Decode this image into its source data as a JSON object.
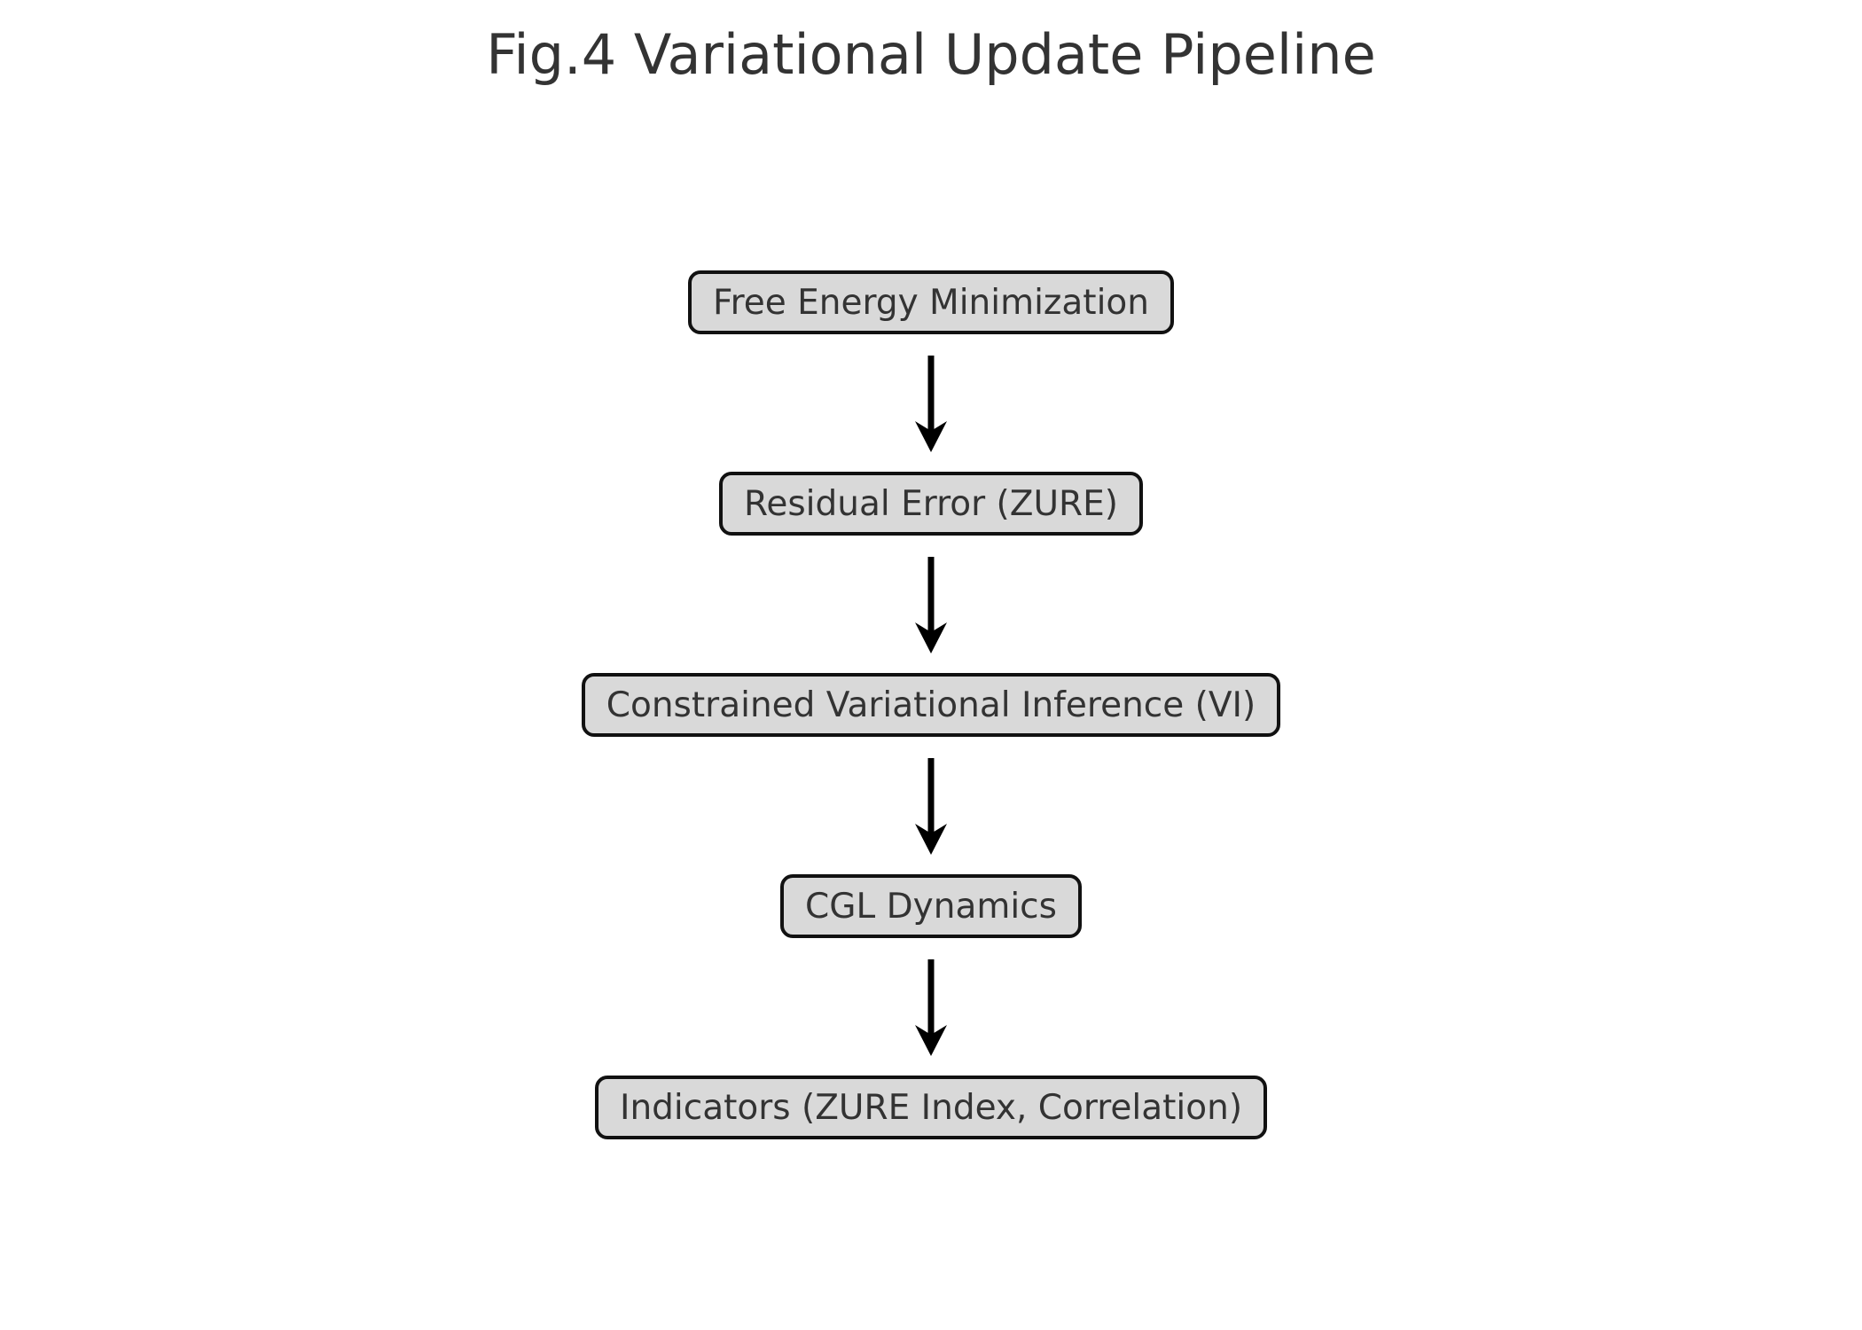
{
  "title": "Fig.4 Variational Update Pipeline",
  "diagram": {
    "type": "flowchart",
    "direction": "top-down",
    "nodes": [
      {
        "id": "free-energy-minimization",
        "label": "Free Energy Minimization"
      },
      {
        "id": "residual-error-zure",
        "label": "Residual Error (ZURE)"
      },
      {
        "id": "constrained-variational-inference",
        "label": "Constrained Variational Inference (VI)"
      },
      {
        "id": "cgl-dynamics",
        "label": "CGL Dynamics"
      },
      {
        "id": "indicators-zure-index-correlation",
        "label": "Indicators (ZURE Index, Correlation)"
      }
    ],
    "edges": [
      {
        "from": "free-energy-minimization",
        "to": "residual-error-zure"
      },
      {
        "from": "residual-error-zure",
        "to": "constrained-variational-inference"
      },
      {
        "from": "constrained-variational-inference",
        "to": "cgl-dynamics"
      },
      {
        "from": "cgl-dynamics",
        "to": "indicators-zure-index-correlation"
      }
    ],
    "colors": {
      "background": "#ffffff",
      "node_fill": "#d9d9d9",
      "node_border": "#111111",
      "text": "#333333",
      "arrow": "#000000"
    }
  }
}
